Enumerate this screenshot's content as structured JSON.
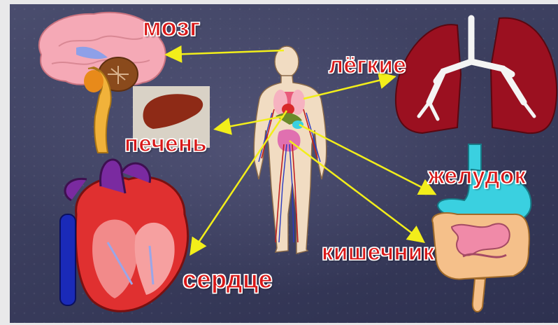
{
  "labels": {
    "brain": "мозг",
    "lungs": "лёгкие",
    "liver": "печень",
    "stomach": "желудок",
    "intestine": "кишечник",
    "heart": "сердце"
  },
  "colors": {
    "label_text": "#d81818",
    "arrow": "#f2ee1a",
    "background": "#3b3e5e"
  }
}
